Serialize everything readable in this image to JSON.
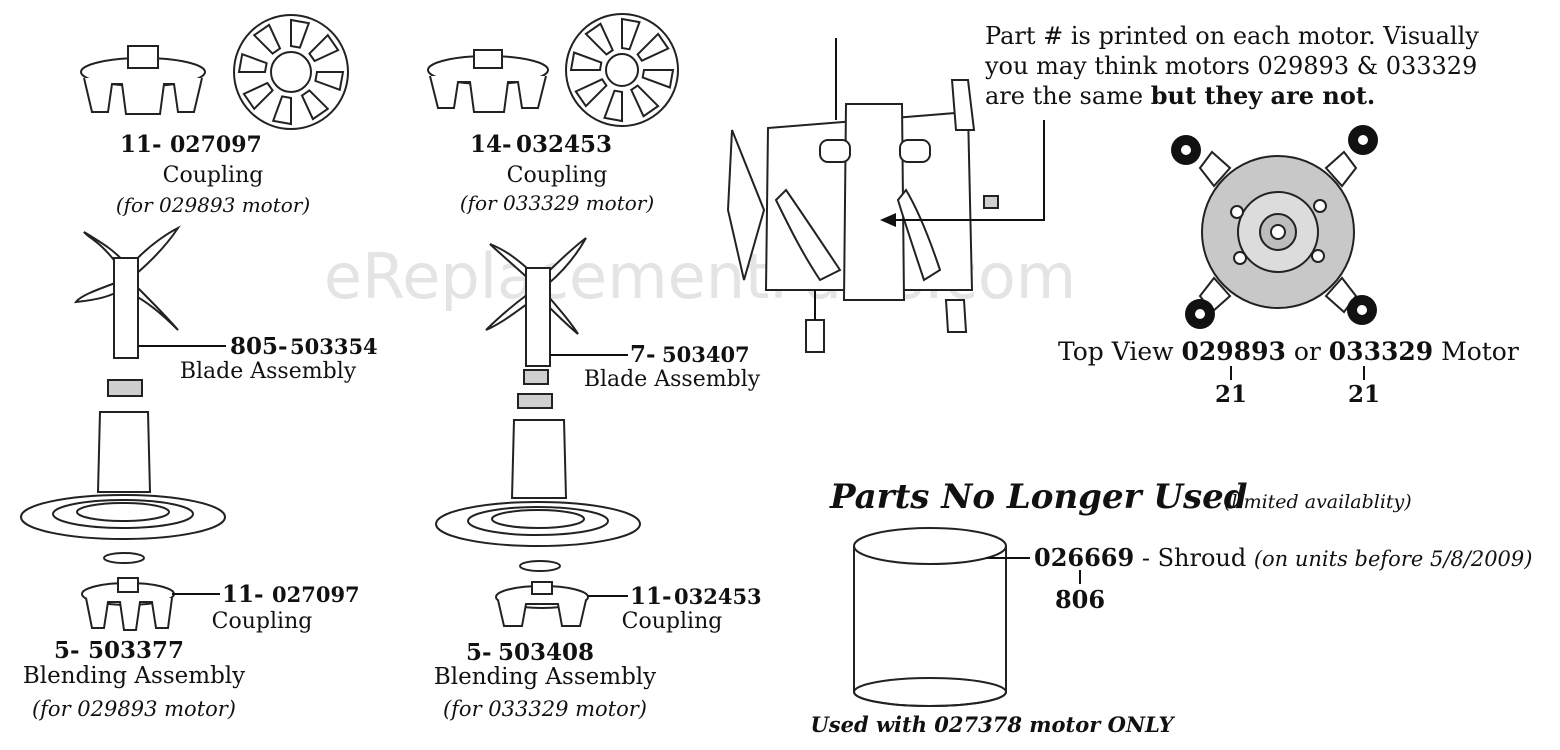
{
  "watermark": "eReplacementParts.com",
  "coupling_left": {
    "num": "11-",
    "part": "027097",
    "name": "Coupling",
    "note": "(for 029893 motor)"
  },
  "coupling_mid": {
    "num": "14-",
    "part": "032453",
    "name": "Coupling",
    "note": "(for 033329 motor)"
  },
  "blade_left": {
    "num": "805-",
    "part": "503354",
    "name": "Blade Assembly"
  },
  "blade_mid": {
    "num": "7-",
    "part": "503407",
    "name": "Blade Assembly"
  },
  "coupling_left_bottom": {
    "num": "11-",
    "part": "027097",
    "name": "Coupling"
  },
  "coupling_mid_bottom": {
    "num": "11-",
    "part": "032453",
    "name": "Coupling"
  },
  "blending_left": {
    "num": "5-",
    "part": "503377",
    "name": "Blending Assembly",
    "note": "(for 029893 motor)"
  },
  "blending_mid": {
    "num": "5-",
    "part": "503408",
    "name": "Blending Assembly",
    "note": "(for 033329 motor)"
  },
  "motor_note": {
    "line1": "Part # is printed on each motor. Visually",
    "line2": "you may think motors 029893 & 033329",
    "line3_plain": "are the same ",
    "line3_bold": "but they are not."
  },
  "top_view": {
    "prefix": "Top View ",
    "motor1": "029893",
    "middle": " or ",
    "motor2": "033329",
    "suffix": " Motor",
    "callout1": "21",
    "callout2": "21"
  },
  "no_longer_used": {
    "title": "Parts No Longer Used",
    "subtitle": "(limited availablity)",
    "shroud_part": "026669",
    "shroud_dash": " - Shroud ",
    "shroud_note": "(on units before 5/8/2009)",
    "shroud_callout": "806",
    "footer": "Used with 027378 motor ONLY"
  }
}
